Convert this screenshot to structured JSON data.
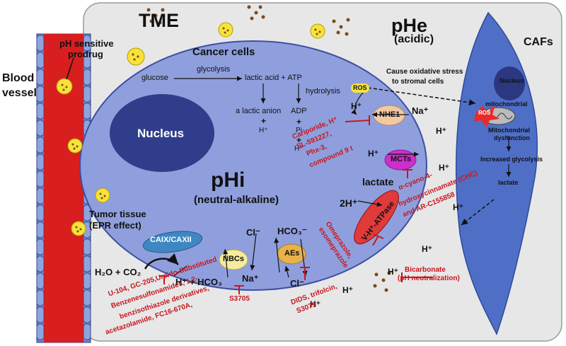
{
  "regions": {
    "tme": "TME",
    "phe": "pHe",
    "phe_sub": "(acidic)",
    "cafs": "CAFs",
    "blood_vessel_1": "Blood",
    "blood_vessel_2": "vessel",
    "prodrug_1": "pH sensitive",
    "prodrug_2": "prodrug",
    "tumor_tissue_1": "Tumor tissue",
    "tumor_tissue_2": "(EPR effect)",
    "cancer_cells": "Cancer cells",
    "nucleus": "Nucleus",
    "phi": "pHi",
    "phi_sub": "(neutral-alkaline)"
  },
  "glycolysis": {
    "glucose": "glucose",
    "glycolysis": "glycolysis",
    "lactic_acid_atp": "lactic acid + ATP",
    "hydrolysis": "hydrolysis",
    "lactic_anion": "a lactic anion",
    "plus1": "+",
    "h1": "H⁺",
    "adp": "ADP",
    "plus2": "+",
    "pi": "Pi",
    "plus3": "+",
    "h2": "H⁺"
  },
  "ros": {
    "label": "ROS",
    "note_1": "Cause oxidative stress",
    "note_2": "to stromal cells"
  },
  "caf": {
    "nucleus": "Nucleus",
    "mitochondrial": "mitochondrial",
    "ros": "ROS",
    "dysfunction_1": "Mitochondrial",
    "dysfunction_2": "dysfunction",
    "glycolysis": "Increased glycolysis",
    "lactate": "lactate"
  },
  "transporters": {
    "nhe1": "NHE1",
    "mcts": "MCTs",
    "vatpase": "V-H⁺-ATPase",
    "aes": "AEs",
    "nbcs": "NBCs",
    "caix": "CAIX/CAXII"
  },
  "ions": {
    "h_nhe1": "H⁺",
    "na_nhe1": "Na⁺",
    "h_a": "H⁺",
    "h_b": "H⁺",
    "h_c": "H⁺",
    "lactate": "lactate",
    "h_d": "H⁺",
    "two_h": "2H⁺",
    "h_e": "H⁺",
    "h_f": "H⁺",
    "h_g": "H⁺",
    "h_h": "H⁺",
    "cl_top": "Cl⁻",
    "hco3_top": "HCO₃⁻",
    "na_nbc": "Na⁺",
    "cl_bottom": "Cl⁻",
    "h_i": "H⁺",
    "caix_eq_left": "H₂O + CO₂",
    "caix_eq_right": "H⁺ + HCO₃"
  },
  "inhibitors": {
    "nhe1_1": "Cariporide, H⁺",
    "nhe1_2": "SL-591227,",
    "nhe1_3": "Phx-3,",
    "nhe1_4": "compound 9 t",
    "mct_1": "α-cyano-4-",
    "mct_2": "hydroxycinnamate (CHC)",
    "mct_3": "and AR-C155858",
    "vatp_1": "Omeprazole,",
    "vatp_2": "esomeprazole",
    "nbc": "S3705",
    "ae_1": "DIDS, trifolcin,",
    "ae_2": "S3075",
    "bicarb_1": "Bicarbonate",
    "bicarb_2": "(pH neutralization)",
    "caix_1": "U-104, GC-205,Ureido-Substituted",
    "caix_2": "Benzenesulfonamides, 1,2-",
    "caix_3": "benzisothiazole derivatives,",
    "caix_4": "acetazolamide, FC16-670A,"
  },
  "colors": {
    "tme_bg": "#e7e7e7",
    "cell": "#8f9fdd",
    "nucleus": "#2f3d8a",
    "caf": "#4f6fc7",
    "vessel": "#d81e1e",
    "nhe1": "#f3c9a4",
    "mcts": "#cc2fcc",
    "vatpase": "#e03a3a",
    "aes": "#e7b24a",
    "nbcs": "#f6ec9e",
    "caix": "#3f87c2",
    "inhibitor": "#c8161d",
    "prodrug": "#f7e33a"
  }
}
